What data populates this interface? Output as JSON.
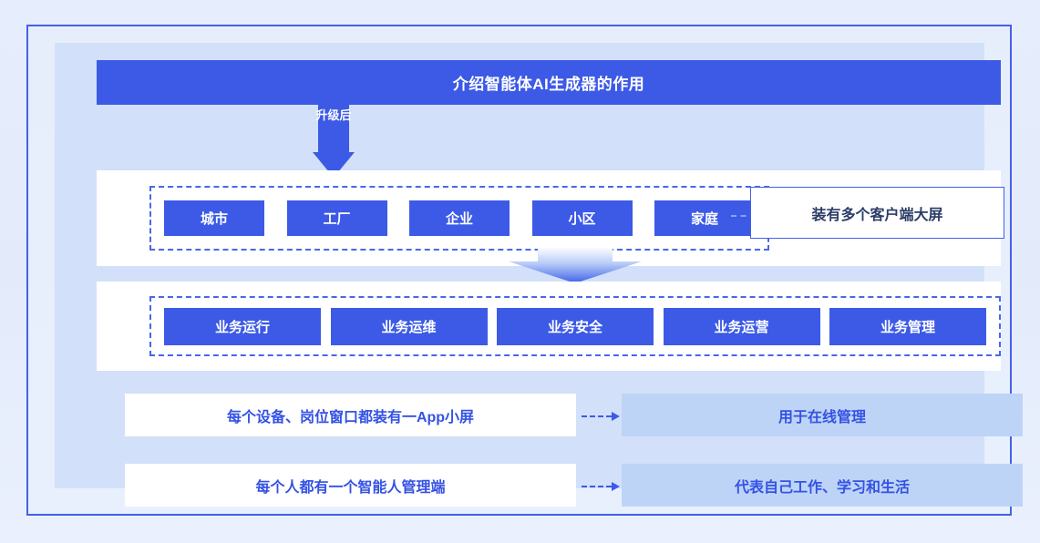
{
  "header": {
    "title": "介绍智能体AI生成器的作用"
  },
  "upgrade_arrow": {
    "label": "升级后",
    "icon": "down-arrow-icon"
  },
  "transition_arrow": {
    "icon": "gradient-down-arrow-icon"
  },
  "tier1": {
    "chips": [
      {
        "label": "城市"
      },
      {
        "label": "工厂"
      },
      {
        "label": "企业"
      },
      {
        "label": "小区"
      },
      {
        "label": "家庭"
      }
    ],
    "connector_icon": "dashed-arrow-right-icon",
    "callout": "装有多个客户端大屏"
  },
  "tier2": {
    "chips": [
      {
        "label": "业务运行"
      },
      {
        "label": "业务运维"
      },
      {
        "label": "业务安全"
      },
      {
        "label": "业务运营"
      },
      {
        "label": "业务管理"
      }
    ]
  },
  "bottom_rows": [
    {
      "left_text": "每个设备、岗位窗口都装有一App小屏",
      "connector_icon": "dashed-arrow-right-icon",
      "right_text": "用于在线管理"
    },
    {
      "left_text": "每个人都有一个智能人管理端",
      "connector_icon": "dashed-arrow-right-icon",
      "right_text": "代表自己工作、学习和生活"
    }
  ],
  "colors": {
    "primary_blue": "#3c5ae6",
    "frame_border": "#4660e8",
    "stage_bg": "#d2e0f9",
    "panel_bg": "#bdd4f7",
    "page_bg": "#e6edfc",
    "text_blue": "#3552e4",
    "text_dark": "#2b3c66"
  }
}
